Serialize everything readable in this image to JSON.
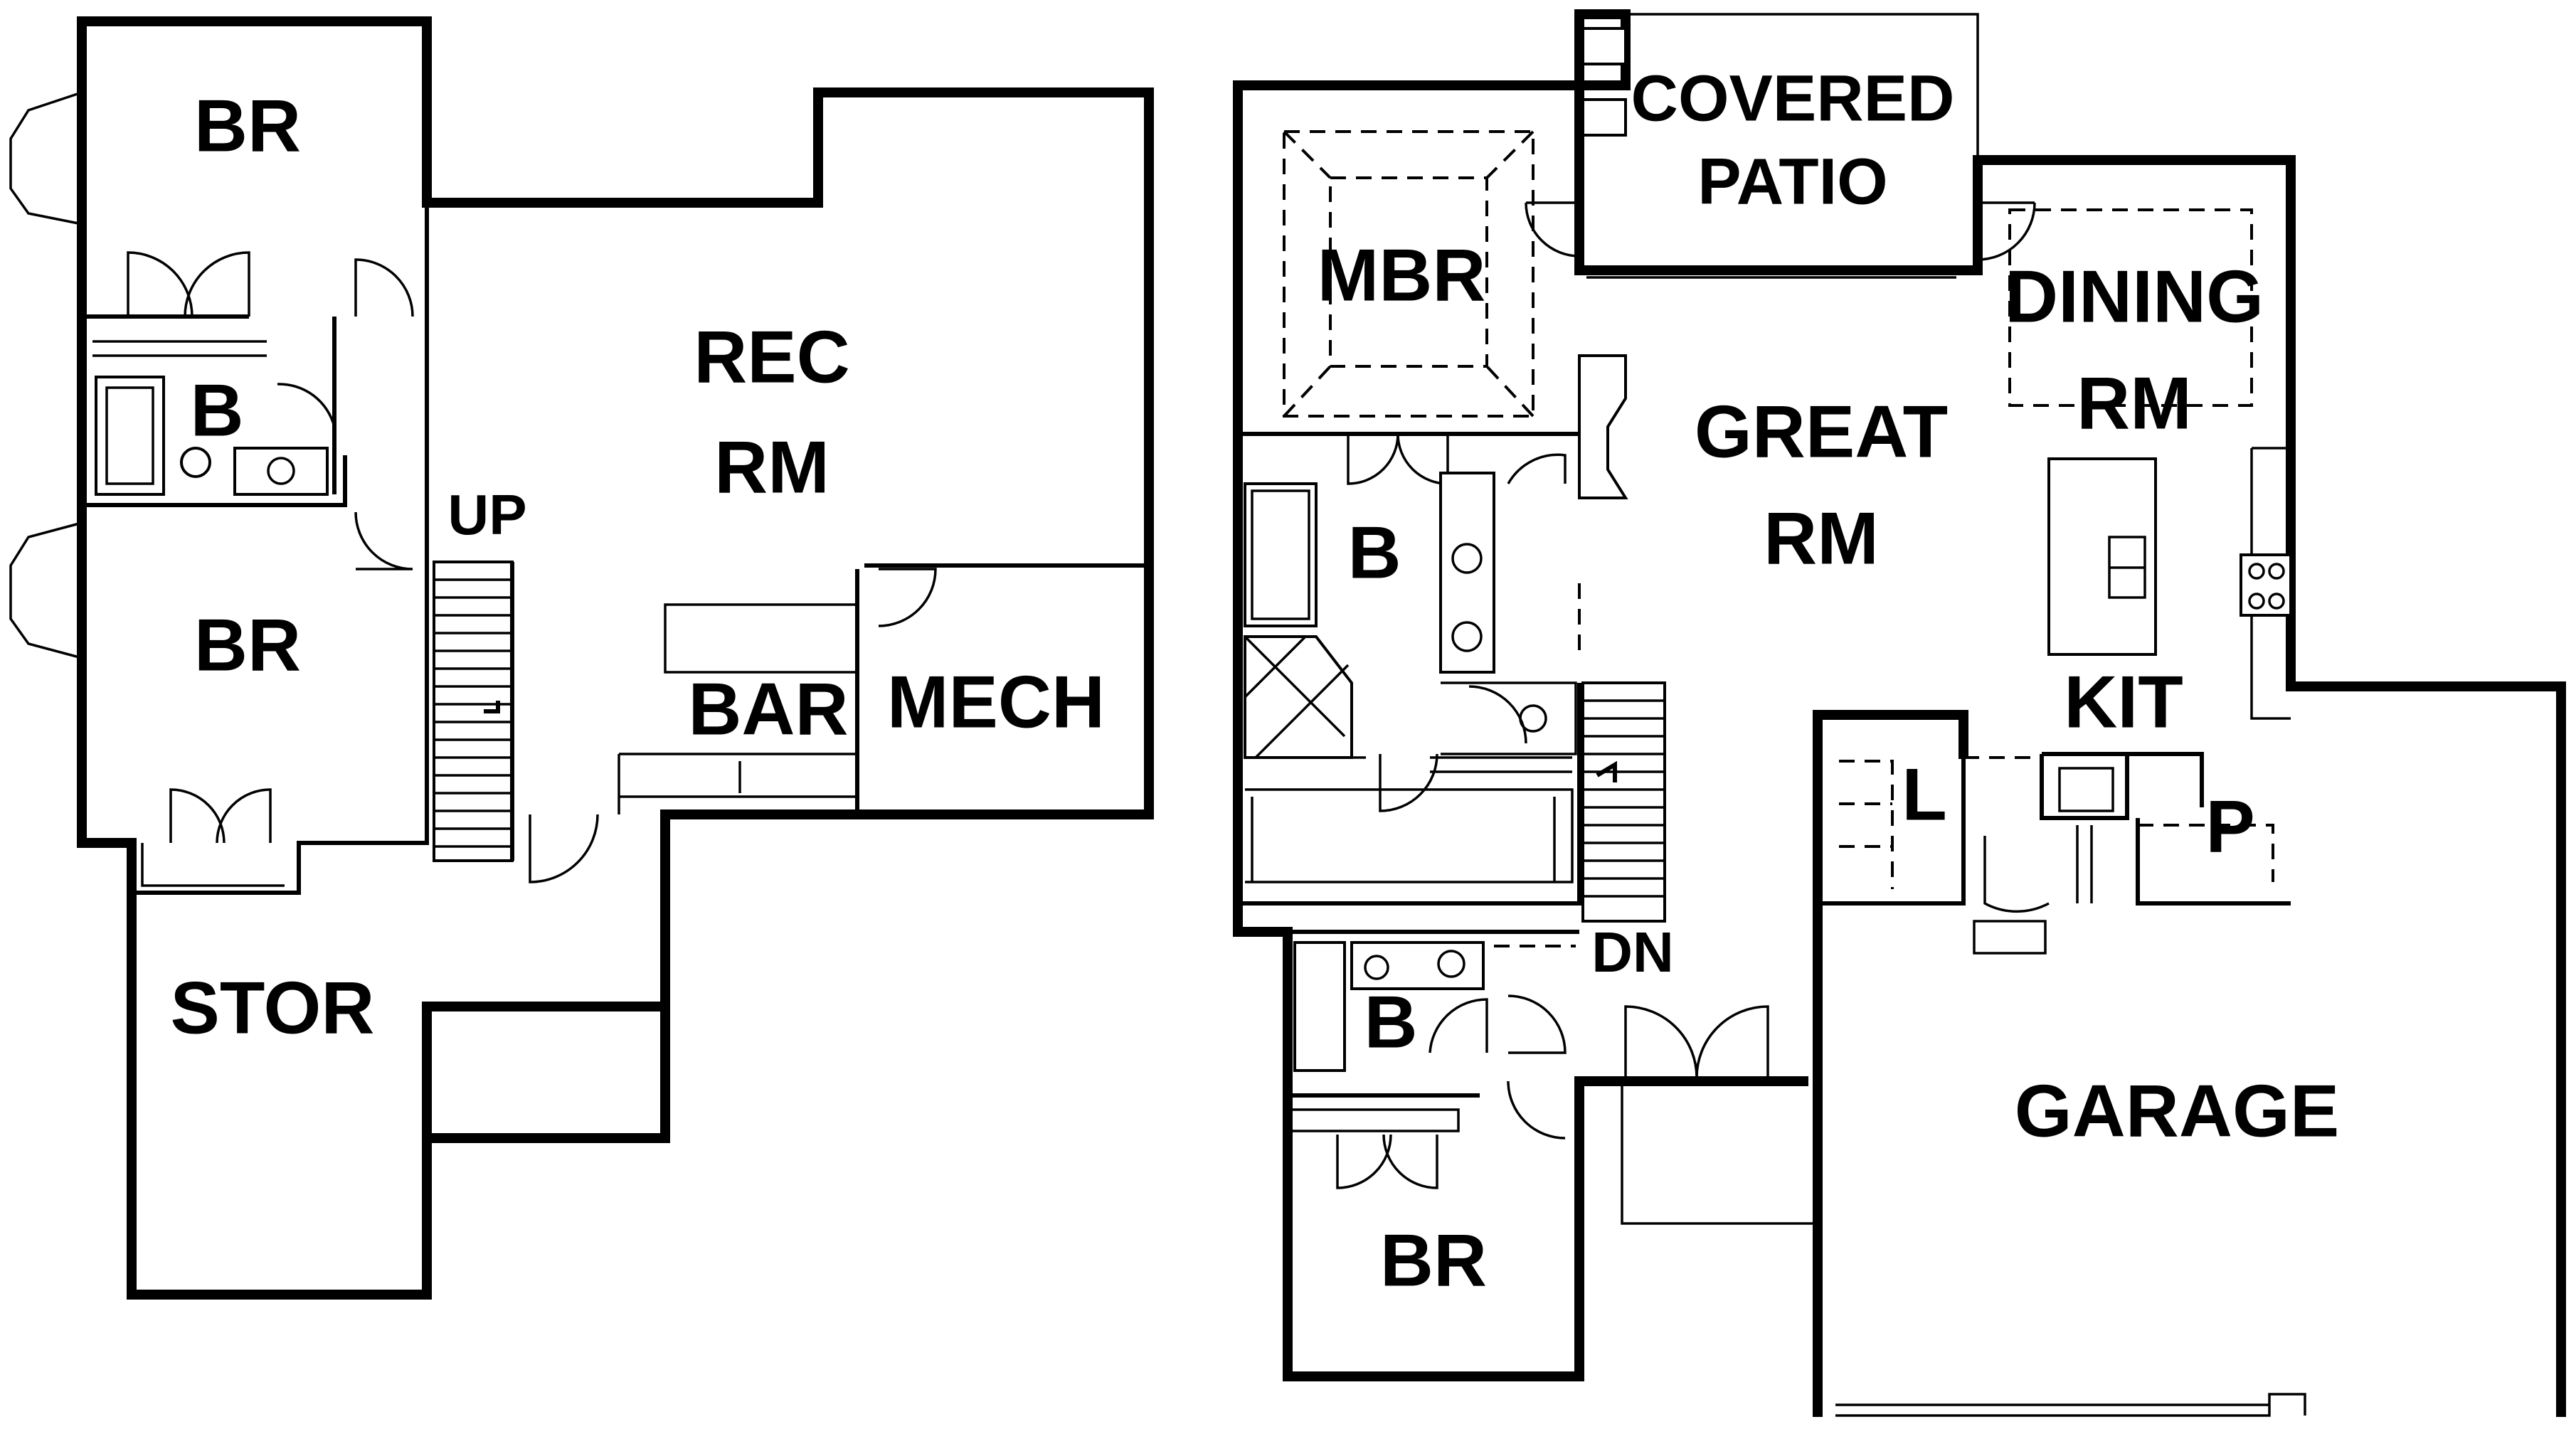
{
  "lower_level": {
    "rooms": {
      "br_top": "BR",
      "bath": "B",
      "br_bottom": "BR",
      "rec_line1": "REC",
      "rec_line2": "RM",
      "up": "UP",
      "bar": "BAR",
      "mech": "MECH",
      "stor": "STOR"
    }
  },
  "main_level": {
    "rooms": {
      "patio_line1": "COVERED",
      "patio_line2": "PATIO",
      "mbr": "MBR",
      "master_bath": "B",
      "dining_line1": "DINING",
      "dining_line2": "RM",
      "great_line1": "GREAT",
      "great_line2": "RM",
      "kit": "KIT",
      "laundry": "L",
      "pantry": "P",
      "dn": "DN",
      "bath2": "B",
      "br": "BR",
      "garage": "GARAGE"
    }
  }
}
